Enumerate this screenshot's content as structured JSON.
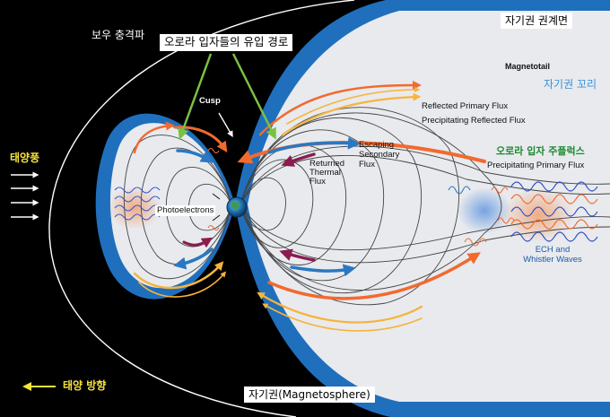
{
  "labels": {
    "bow_shock": "보우 충격파",
    "inflow_route": "오로라 입자들의 유입 경로",
    "magnetopause": "자기권 권계면",
    "magnetotail": "Magnetotail",
    "magnetotail_ko": "자기권 꼬리",
    "reflected_primary": "Reflected Primary Flux",
    "precipitating_reflected": "Precipitating Reflected Flux",
    "aurora_main_flux": "오로라 입자 주플럭스",
    "precipitating_primary": "Precipitating Primary Flux",
    "cusp": "Cusp",
    "escaping_secondary": "Escaping Secondary Flux",
    "returned_thermal": "Returned Thermal Flux",
    "photoelectrons": "Photoelectrons",
    "solar_wind": "태양풍",
    "ech_whistler": "ECH and Whistler Waves",
    "sun_direction": "태양 방향",
    "magnetosphere": "자기권(Magnetosphere)"
  },
  "colors": {
    "magnetosphere_fill": "#e8eaee",
    "boundary_blue": "#1f6fbd",
    "orange_flux": "#f26a2e",
    "yellow_flux": "#f6b43c",
    "blue_flux": "#2a78c2",
    "purple_flux": "#8a1c4e",
    "green_arrow": "#7ac143",
    "title_blue": "#3b8fd6",
    "green_text": "#1d8a2e",
    "ech_text": "#1e5aa8",
    "solar_yellow": "#f7e23c"
  }
}
